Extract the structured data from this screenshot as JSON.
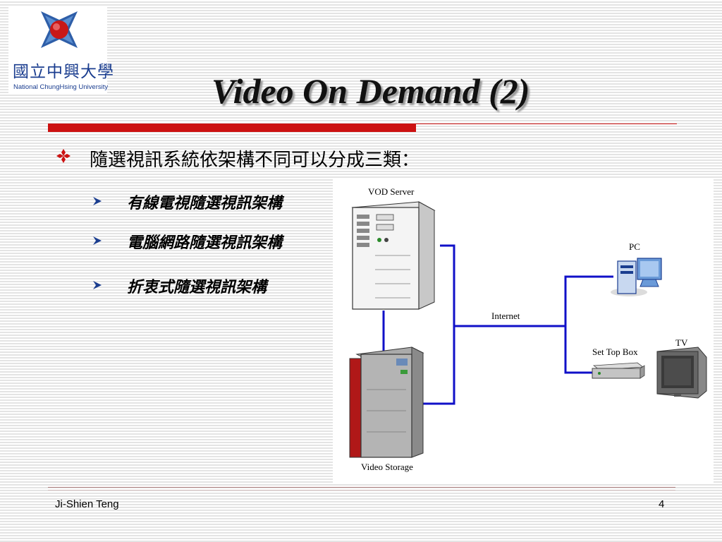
{
  "logo": {
    "name": "國立中興大學",
    "subtitle": "National ChungHsing University"
  },
  "title": "Video On Demand (2)",
  "bullets": {
    "main": "隨選視訊系統依架構不同可以分成三類：",
    "items": [
      {
        "label": "有線電視隨選視訊架構"
      },
      {
        "label": "電腦網路隨選視訊架構"
      },
      {
        "label": "折衷式隨選視訊架構"
      }
    ]
  },
  "diagram": {
    "vod_server": "VOD Server",
    "pc": "PC",
    "internet": "Internet",
    "tv": "TV",
    "set_top_box": "Set Top Box",
    "video_storage": "Video Storage",
    "link_color": "#1010c8"
  },
  "colors": {
    "accent_red": "#cc1111",
    "logo_blue": "#1a3d8f"
  },
  "footer": {
    "author": "Ji-Shien Teng",
    "page": "4"
  }
}
